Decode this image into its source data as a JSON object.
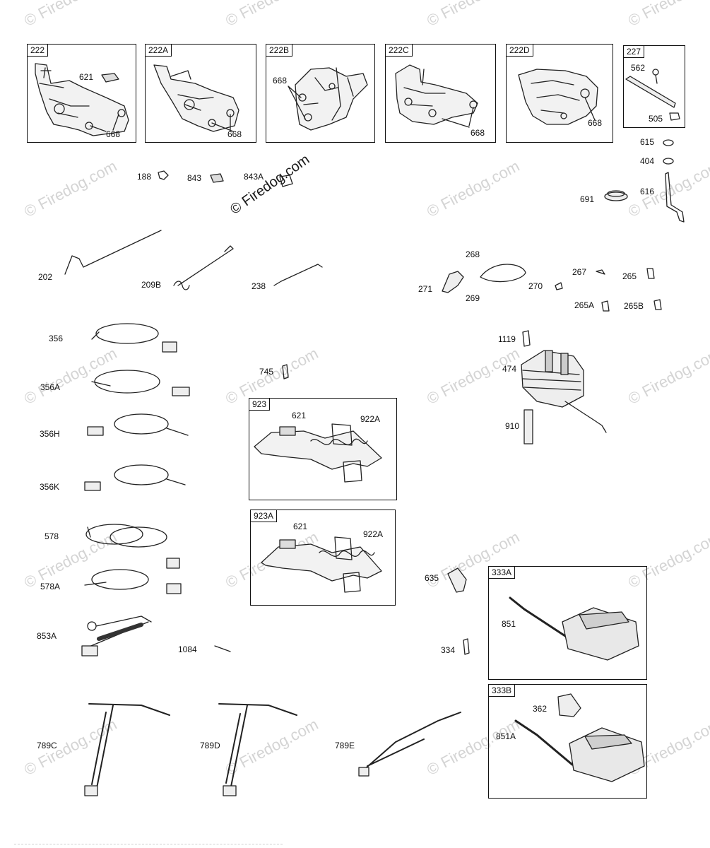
{
  "watermark": "© Firedog.com",
  "boxes": {
    "b222": "222",
    "b222A": "222A",
    "b222B": "222B",
    "b222C": "222C",
    "b222D": "222D",
    "b227": "227",
    "b923": "923",
    "b923A": "923A",
    "b333A": "333A",
    "b333B": "333B"
  },
  "labels": {
    "p621a": "621",
    "p668a": "668",
    "p668b": "668",
    "p668c": "668",
    "p668d": "668",
    "p668e": "668",
    "p562": "562",
    "p505": "505",
    "p615": "615",
    "p404": "404",
    "p616": "616",
    "p691": "691",
    "p188": "188",
    "p843": "843",
    "p843A": "843A",
    "p202": "202",
    "p209B": "209B",
    "p238": "238",
    "p268": "268",
    "p271": "271",
    "p269": "269",
    "p270": "270",
    "p267": "267",
    "p265": "265",
    "p265A": "265A",
    "p265B": "265B",
    "p356": "356",
    "p356A": "356A",
    "p356H": "356H",
    "p356K": "356K",
    "p578": "578",
    "p578A": "578A",
    "p853A": "853A",
    "p1084": "1084",
    "p745": "745",
    "p1119": "1119",
    "p474": "474",
    "p910": "910",
    "p621b": "621",
    "p922Aa": "922A",
    "p621c": "621",
    "p922Ab": "922A",
    "p635": "635",
    "p334": "334",
    "p851": "851",
    "p362": "362",
    "p851A": "851A",
    "p789C": "789C",
    "p789D": "789D",
    "p789E": "789E"
  }
}
